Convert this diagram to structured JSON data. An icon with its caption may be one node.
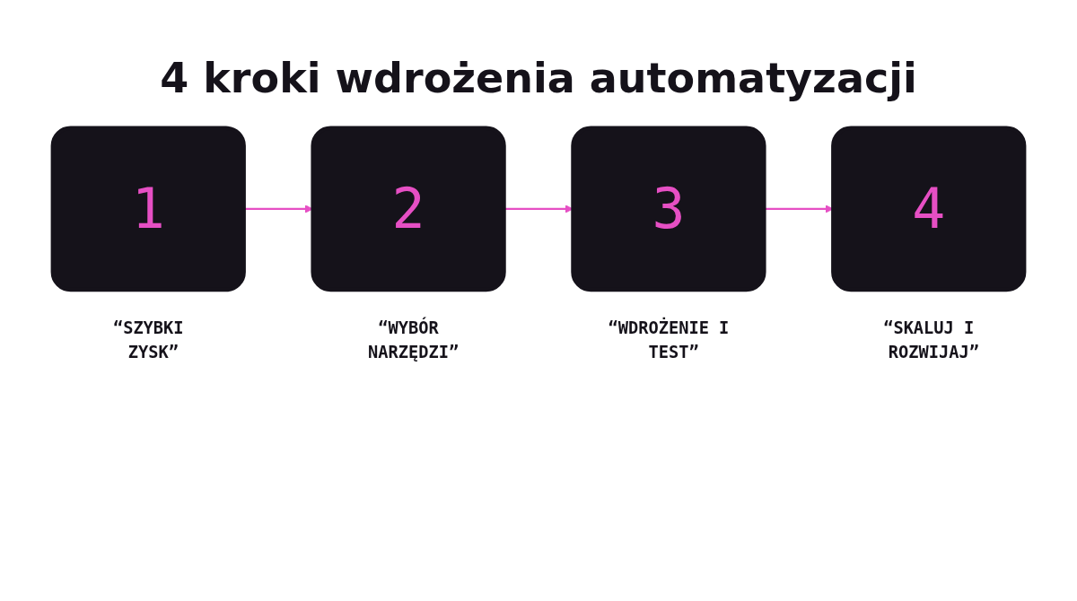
{
  "diagram": {
    "title": "4 kroki wdrożenia automatyzacji",
    "nodes": [
      {
        "text": [
          "1"
        ],
        "beside": [
          "“SZYBKI ZYSK”"
        ]
      },
      {
        "text": [
          "2"
        ],
        "beside": [
          "“WYBÓR NARZĘDZI”"
        ]
      },
      {
        "text": [
          "3"
        ],
        "beside": [
          "“WDROŻENIE I TEST”"
        ]
      },
      {
        "text": [
          "4"
        ],
        "beside": [
          "“SKALUJ I ROZWIJAJ”"
        ]
      }
    ],
    "edges": [
      {
        "from": 0,
        "to": 1,
        "arrow": "to"
      },
      {
        "from": 1,
        "to": 2,
        "arrow": "to"
      },
      {
        "from": 2,
        "to": 3,
        "arrow": "to"
      }
    ]
  }
}
